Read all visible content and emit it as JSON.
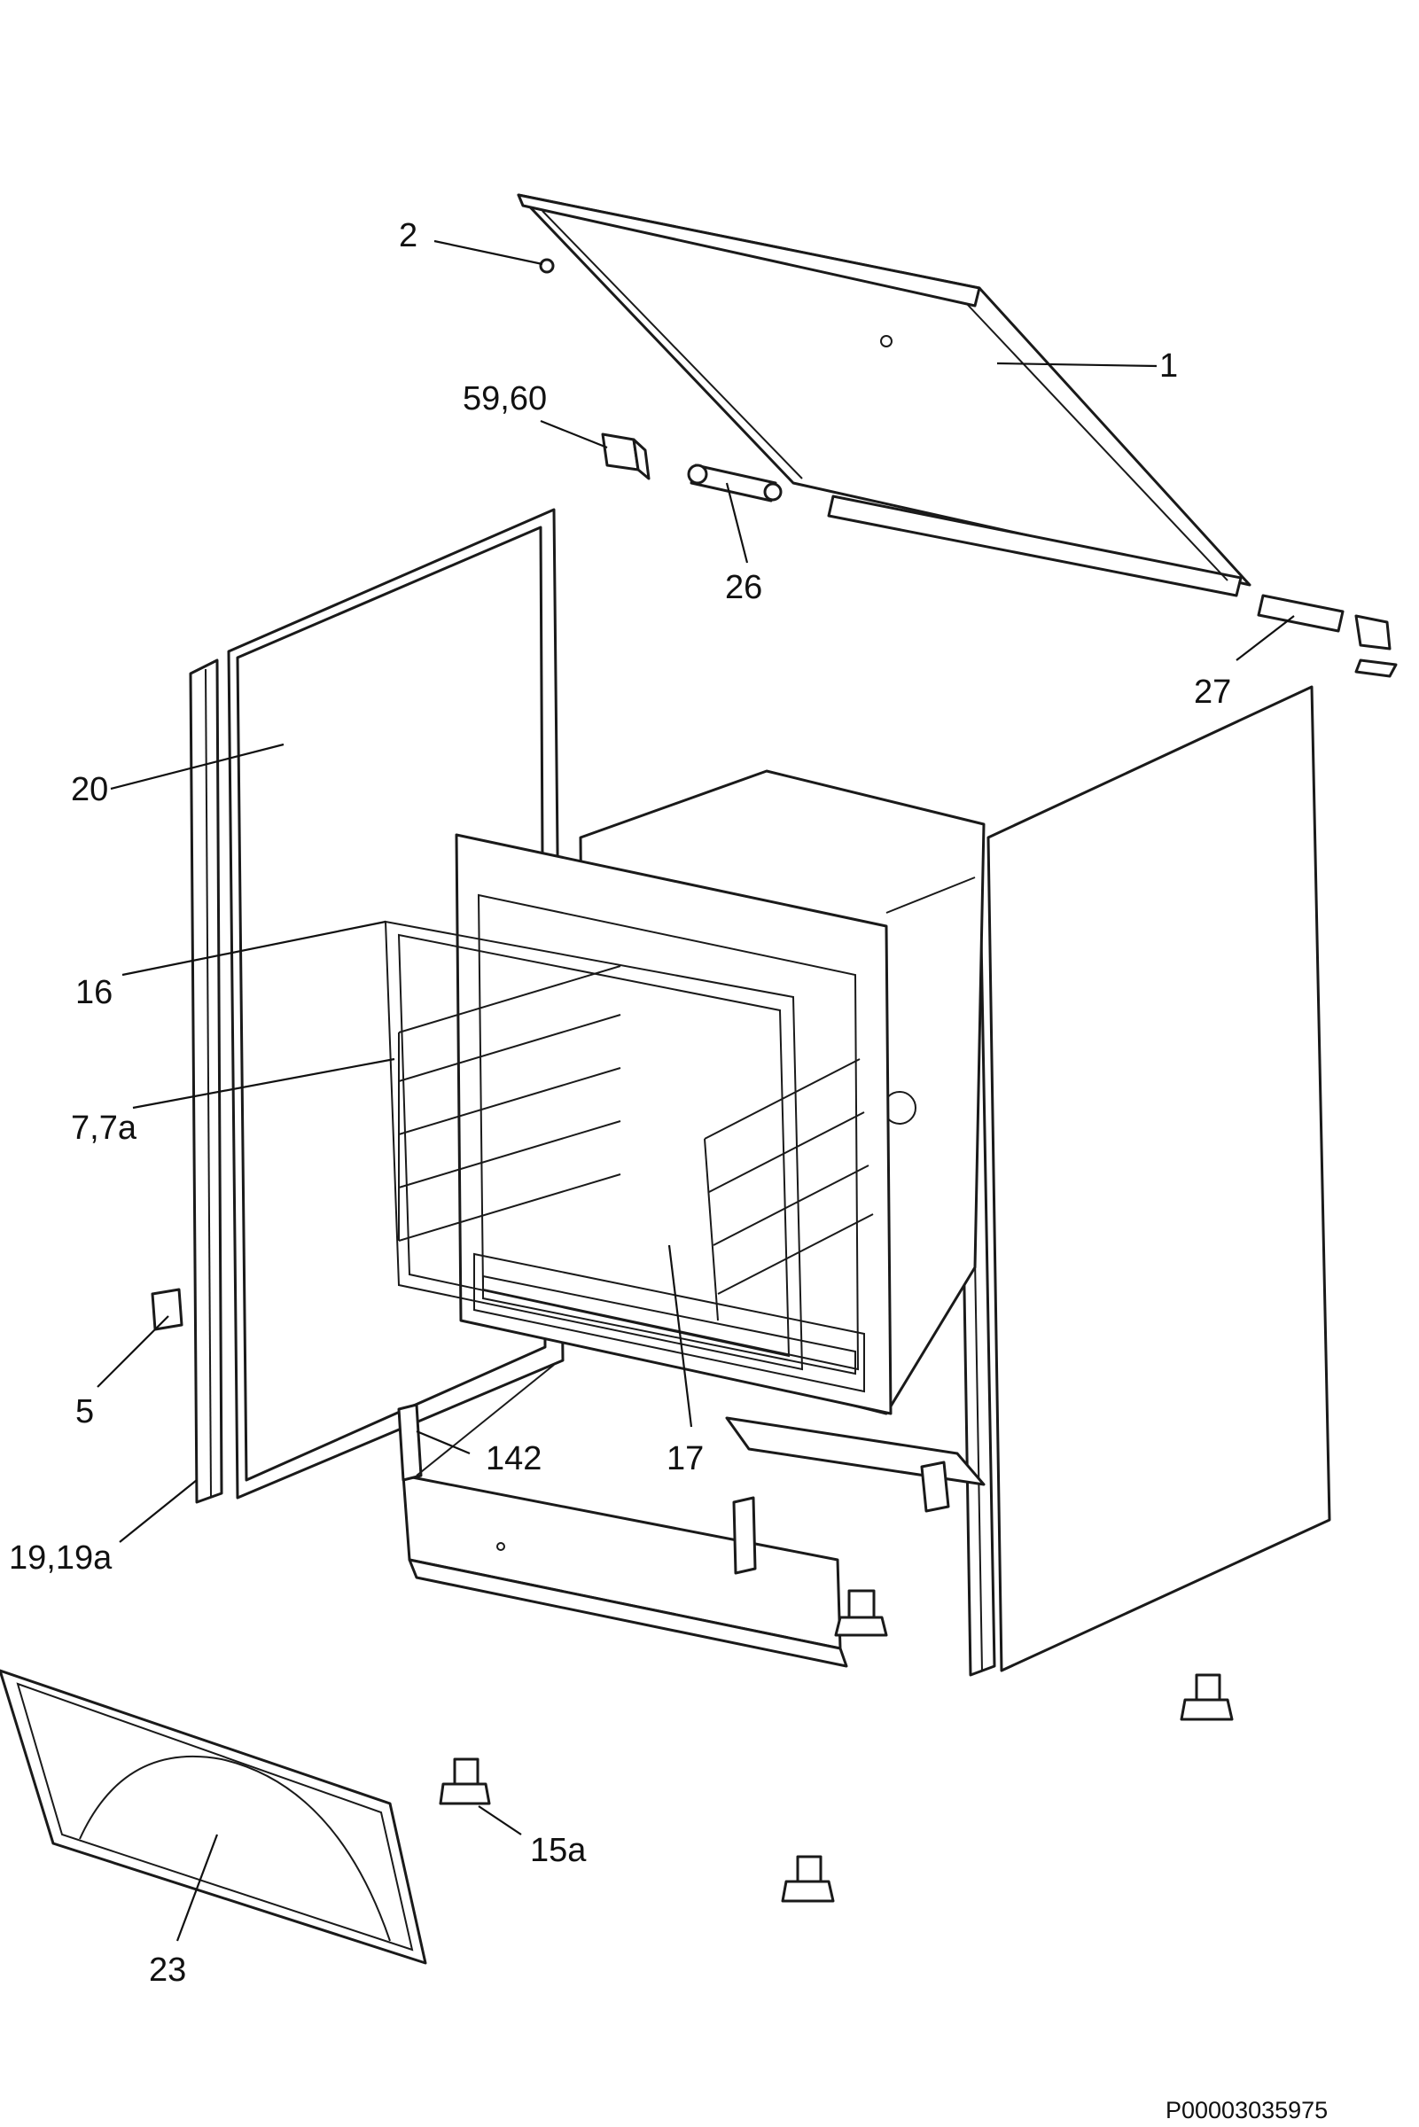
{
  "diagram": {
    "callouts": {
      "c1": "1",
      "c2": "2",
      "c59_60": "59,60",
      "c26": "26",
      "c27": "27",
      "c20": "20",
      "c16": "16",
      "c7_7a": "7,7a",
      "c5": "5",
      "c19_19a": "19,19a",
      "c142": "142",
      "c17": "17",
      "c15a": "15a",
      "c23": "23"
    },
    "document_id": "P00003035975"
  }
}
